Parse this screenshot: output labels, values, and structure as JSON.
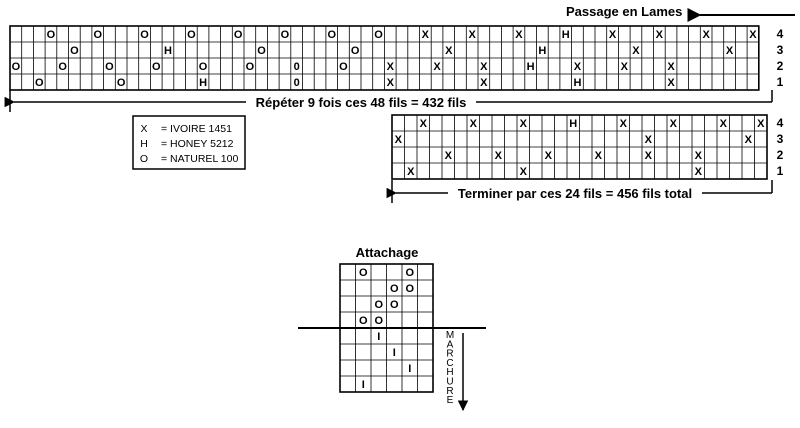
{
  "header": {
    "title": "Passage en Lames"
  },
  "draft_main": {
    "rows": [
      {
        "num": "4",
        "cells": [
          "",
          "",
          "",
          "O",
          "",
          "",
          "",
          "O",
          "",
          "",
          "",
          "O",
          "",
          "",
          "",
          "O",
          "",
          "",
          "",
          "O",
          "",
          "",
          "",
          "O",
          "",
          "",
          "",
          "O",
          "",
          "",
          "",
          "O",
          "",
          "",
          "",
          "X",
          "",
          "",
          "",
          "X",
          "",
          "",
          "",
          "X",
          "",
          "",
          "",
          "H",
          "",
          "",
          "",
          "X",
          "",
          "",
          "",
          "X",
          "",
          "",
          "",
          "X",
          "",
          "",
          "",
          "X"
        ]
      },
      {
        "num": "3",
        "cells": [
          "",
          "",
          "",
          "",
          "",
          "O",
          "",
          "",
          "",
          "",
          "",
          "",
          "",
          "H",
          "",
          "",
          "",
          "",
          "",
          "",
          "",
          "O",
          "",
          "",
          "",
          "",
          "",
          "",
          "",
          "O",
          "",
          "",
          "",
          "",
          "",
          "",
          "",
          "X",
          "",
          "",
          "",
          "",
          "",
          "",
          "",
          "H",
          "",
          "",
          "",
          "",
          "",
          "",
          "",
          "X",
          "",
          "",
          "",
          "",
          "",
          "",
          "",
          "X",
          ""
        ]
      },
      {
        "num": "2",
        "cells": [
          "O",
          "",
          "",
          "",
          "O",
          "",
          "",
          "",
          "O",
          "",
          "",
          "",
          "O",
          "",
          "",
          "",
          "O",
          "",
          "",
          "",
          "O",
          "",
          "",
          "",
          "0",
          "",
          "",
          "",
          "O",
          "",
          "",
          "",
          "X",
          "",
          "",
          "",
          "X",
          "",
          "",
          "",
          "X",
          "",
          "",
          "",
          "H",
          "",
          "",
          "",
          "X",
          "",
          "",
          "",
          "X",
          "",
          "",
          "",
          "X",
          "",
          ""
        ]
      },
      {
        "num": "1",
        "cells": [
          "",
          "",
          "O",
          "",
          "",
          "",
          "",
          "",
          "",
          "O",
          "",
          "",
          "",
          "",
          "",
          "",
          "H",
          "",
          "",
          "",
          "",
          "",
          "",
          "",
          "0",
          "",
          "",
          "",
          "",
          "",
          "",
          "",
          "X",
          "",
          "",
          "",
          "",
          "",
          "",
          "",
          "X",
          "",
          "",
          "",
          "",
          "",
          "",
          "",
          "H",
          "",
          "",
          "",
          "",
          "",
          "",
          "",
          "X",
          "",
          "",
          ""
        ]
      }
    ]
  },
  "repeat_label": "Répéter 9 fois ces 48 fils = 432 fils",
  "legend": [
    {
      "sym": "X",
      "text": "= IVOIRE 1451"
    },
    {
      "sym": "H",
      "text": "= HONEY 5212"
    },
    {
      "sym": "O",
      "text": "= NATUREL 100"
    }
  ],
  "draft_end": {
    "rows": [
      {
        "num": "4",
        "cells": [
          "",
          "",
          "X",
          "",
          "",
          "",
          "X",
          "",
          "",
          "",
          "X",
          "",
          "",
          "",
          "H",
          "",
          "",
          "",
          "X",
          "",
          "",
          "",
          "X",
          "",
          "",
          "",
          "X",
          "",
          "",
          "X"
        ]
      },
      {
        "num": "3",
        "cells": [
          "X",
          "",
          "",
          "",
          "",
          "",
          "",
          "",
          "",
          "",
          "",
          "",
          "",
          "",
          "",
          "",
          "",
          "",
          "",
          "",
          "X",
          "",
          "",
          "",
          "",
          "",
          "",
          "",
          "X",
          ""
        ]
      },
      {
        "num": "2",
        "cells": [
          "",
          "",
          "",
          "",
          "X",
          "",
          "",
          "",
          "X",
          "",
          "",
          "",
          "X",
          "",
          "",
          "",
          "X",
          "",
          "",
          "",
          "X",
          "",
          "",
          "",
          "X",
          "",
          "",
          "",
          "",
          ""
        ]
      },
      {
        "num": "1",
        "cells": [
          "",
          "X",
          "",
          "",
          "",
          "",
          "",
          "",
          "",
          "",
          "X",
          "",
          "",
          "",
          "",
          "",
          "",
          "",
          "",
          "",
          "",
          "",
          "",
          "",
          "X",
          "",
          "",
          "",
          "",
          ""
        ]
      }
    ]
  },
  "finish_label": "Terminer par ces 24 fils = 456 fils total",
  "tieup": {
    "title": "Attachage",
    "top": [
      [
        "",
        "O",
        "",
        "",
        "O",
        ""
      ],
      [
        "",
        "",
        "",
        "O",
        "O",
        ""
      ],
      [
        "",
        "",
        "O",
        "O",
        "",
        ""
      ],
      [
        "",
        "O",
        "O",
        "",
        "",
        ""
      ]
    ],
    "bottom": [
      [
        "",
        "",
        "I",
        "",
        "",
        ""
      ],
      [
        "",
        "",
        "",
        "I",
        "",
        ""
      ],
      [
        "",
        "",
        "",
        "",
        "I",
        ""
      ],
      [
        "",
        "I",
        "",
        "",
        "",
        ""
      ]
    ],
    "side_label": "MARCHURE"
  }
}
